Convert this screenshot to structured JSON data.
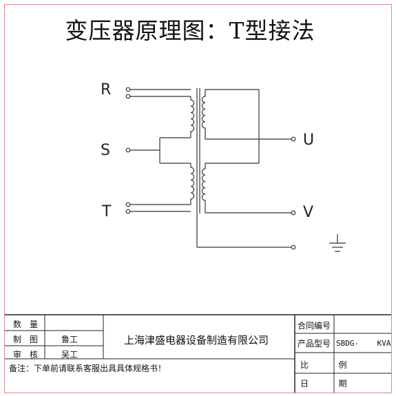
{
  "title": "变压器原理图：T型接法",
  "terminals": {
    "r": "R",
    "s": "S",
    "t": "T",
    "u": "U",
    "v": "V"
  },
  "title_block": {
    "left_rows": [
      {
        "label": "数量",
        "value": ""
      },
      {
        "label": "制图",
        "value": "鲁工"
      },
      {
        "label": "审核",
        "value": "吴工"
      }
    ],
    "company": "上海津盛电器设备制造有限公司",
    "remark": "备注：下单前请联系客服出具具体规格书！",
    "right_rows": [
      {
        "label": "合同编号",
        "value": ""
      },
      {
        "label": "产品型号",
        "value": "SBDG-    KVA"
      },
      {
        "label": "比  例",
        "value": ""
      },
      {
        "label": "日  期",
        "value": ""
      }
    ]
  }
}
